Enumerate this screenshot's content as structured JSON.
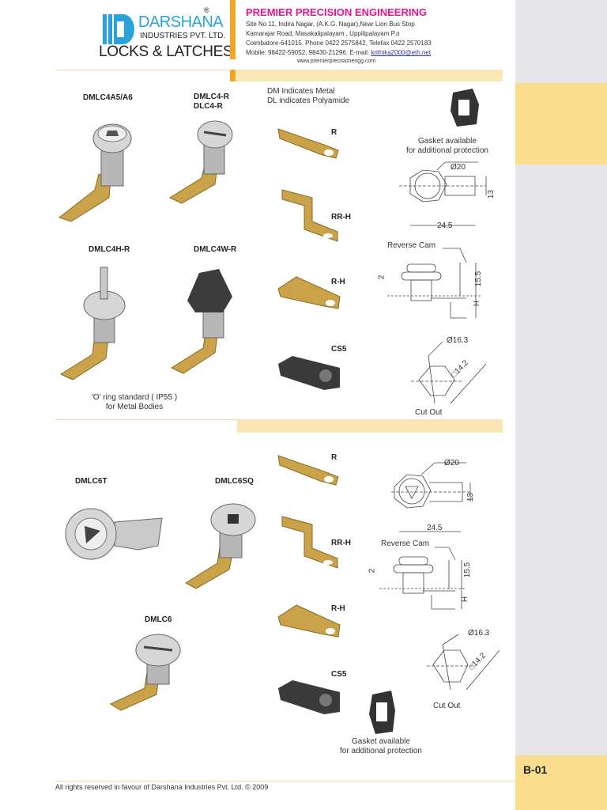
{
  "brand": {
    "logo_name": "DARSHANA",
    "logo_sub": "INDUSTRIES PVT. LTD.",
    "registered": "®",
    "tagline": "LOCKS & LATCHES"
  },
  "company": {
    "name": "PREMIER PRECISION ENGINEERING",
    "address_1": "Site No 11, Indira Nagar, (A.K.G. Nagar),Near Lion Bus Stop",
    "address_2": "Kamarajar Road, Masakalipalayam , Uppilipalayam P.o",
    "address_3": "Coimbatore-641015. Phone 0422 2575842, Telefax 0422 2570183",
    "mobile": "Mobile: 98422-59052, 98430-21296. E-mail: ",
    "email": "krithika2000@eth.net",
    "website": "www.premierprecisionengg.com"
  },
  "section1": {
    "products": [
      "DMLC4A5/A6",
      "DMLC4-R",
      "DLC4-R",
      "DMLC4H-R",
      "DMLC4W-R"
    ],
    "material_note_1": "DM Indicates Metal",
    "material_note_2": "DL indicates Polyamide",
    "cams": [
      "R",
      "RR-H",
      "R-H",
      "CS5"
    ],
    "gasket_1": "Gasket available",
    "gasket_2": "for additional protection",
    "dims": {
      "dia": "Ø20",
      "h": "13",
      "w": "24.5",
      "reverse_cam": "Reverse Cam",
      "d2": "2",
      "d155": "15.5",
      "H": "H",
      "cut_dia": "Ø16.3",
      "cut_sq": "□14.2",
      "cut_out": "Cut Out"
    },
    "oring_1": "'O' ring standard ( IP55 )",
    "oring_2": "for Metal Bodies"
  },
  "section2": {
    "products": [
      "DMLC6T",
      "DMLC6SQ",
      "DMLC6"
    ],
    "cams": [
      "R",
      "RR-H",
      "R-H",
      "CS5"
    ],
    "dims": {
      "dia": "Ø20",
      "h": "13",
      "w": "24.5",
      "reverse_cam": "Reverse Cam",
      "d2": "2",
      "d155": "15.5",
      "H": "H",
      "cut_dia": "Ø16.3",
      "cut_sq": "□14.2",
      "cut_out": "Cut Out"
    },
    "gasket_1": "Gasket available",
    "gasket_2": "for additional protection"
  },
  "footer": {
    "copyright": "All rights reserved in favour of Darshana Industries Pvt. Ltd. © 2009",
    "page": "B-01"
  },
  "colors": {
    "brand_blue": "#29a3dc",
    "company_pink": "#e6168c",
    "accent_orange": "#f2a623",
    "band_yellow": "#fae7b5",
    "tab_yellow": "#f9dc8c",
    "strip_gray": "#e6e6e8"
  }
}
